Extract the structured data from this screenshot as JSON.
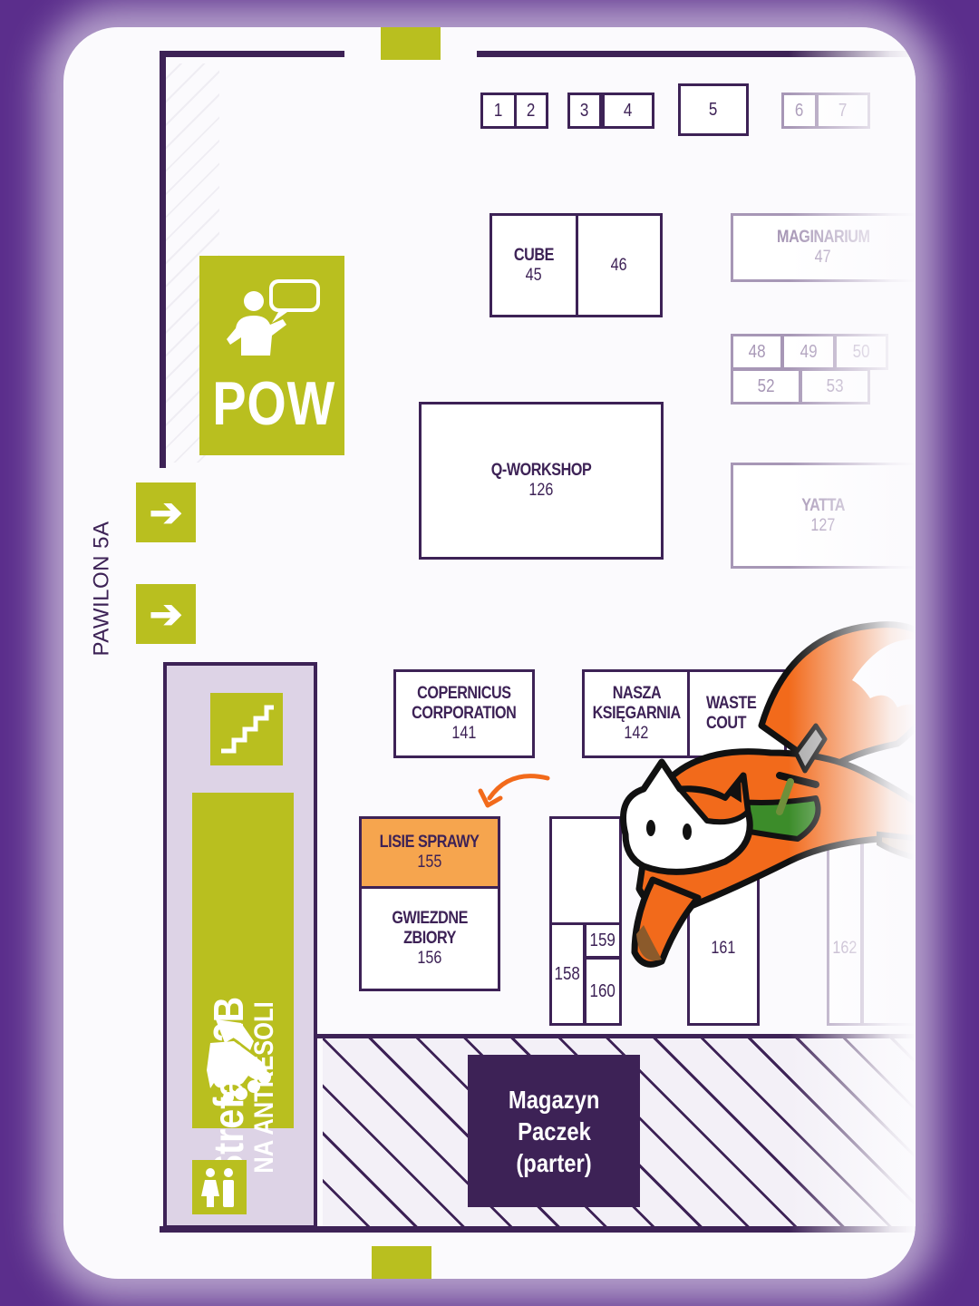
{
  "pavilion": "PAWILON 5A",
  "pow": "POW",
  "b2b": {
    "title": "Strefa B2B",
    "subtitle": "NA ANTRESOLI"
  },
  "storage": {
    "line1": "Magazyn",
    "line2": "Paczek",
    "line3": "(parter)"
  },
  "booths": {
    "b1": "1",
    "b2": "2",
    "b3": "3",
    "b4": "4",
    "b5": "5",
    "b6": "6",
    "b7": "7",
    "cube": {
      "name": "CUBE",
      "num": "45"
    },
    "b46": "46",
    "maginarium": {
      "name": "MAGINARIUM",
      "num": "47"
    },
    "b48": "48",
    "b49": "49",
    "b50": "50",
    "b52": "52",
    "b53": "53",
    "qworkshop": {
      "name": "Q-WORKSHOP",
      "num": "126"
    },
    "yatta": {
      "name": "YATTA",
      "num": "127"
    },
    "copernicus": {
      "line1": "COPERNICUS",
      "line2": "CORPORATION",
      "num": "141"
    },
    "nasza": {
      "line1": "NASZA",
      "line2": "KSIĘGARNIA",
      "num": "142"
    },
    "waste": {
      "line1": "WASTE",
      "line2": "COUT"
    },
    "lisie": {
      "name": "LISIE SPRAWY",
      "num": "155"
    },
    "gwiezdne": {
      "line1": "GWIEZDNE",
      "line2": "ZBIORY",
      "num": "156"
    },
    "b158": "158",
    "b159": "159",
    "b160": "160",
    "b161": "161",
    "b162": "162"
  },
  "colors": {
    "purple_bg": "#5b2e8c",
    "dark": "#3d2256",
    "green": "#b9bf1f",
    "highlight": "#f6a54e",
    "fox": "#f26a1b"
  },
  "icons": [
    "arrow-right-icon",
    "presenter-icon",
    "stairs-icon",
    "handshake-icon",
    "restroom-icon",
    "fox-mascot-icon",
    "curved-arrow-icon"
  ]
}
